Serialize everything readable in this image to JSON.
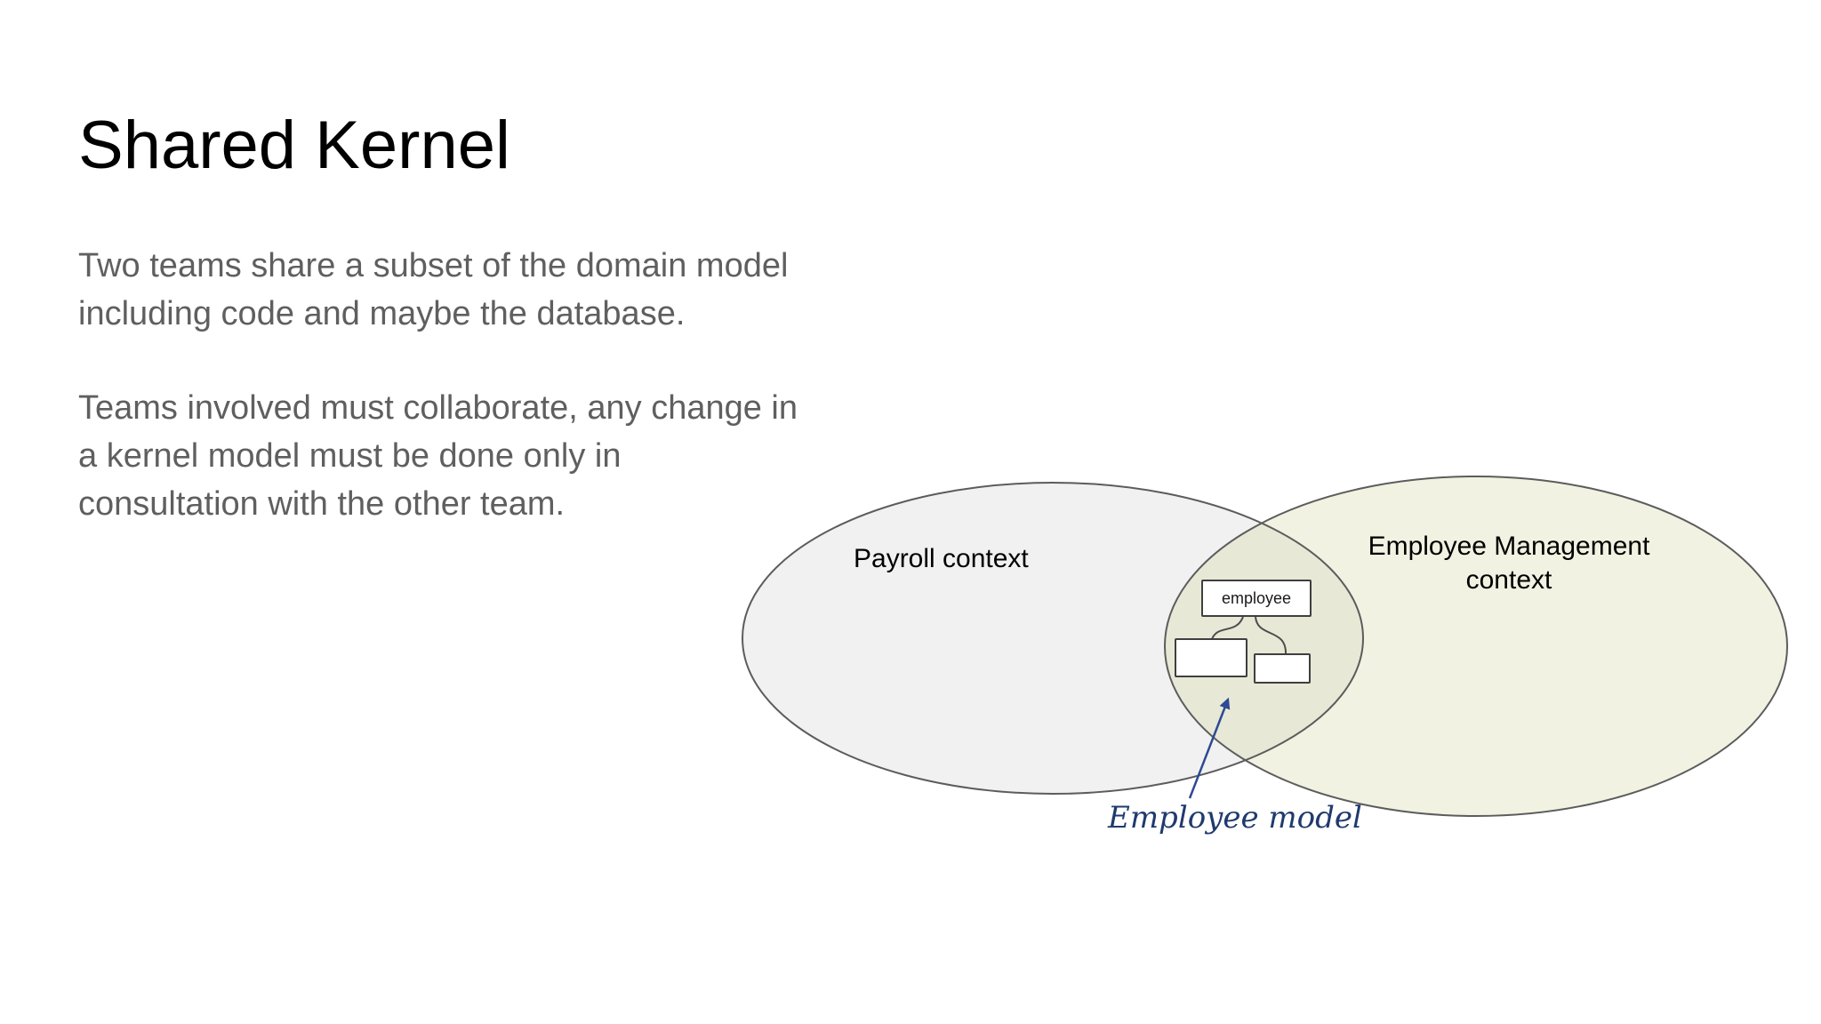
{
  "slide": {
    "title": "Shared Kernel",
    "paragraphs": [
      "Two teams share a subset of the domain model\nincluding code and maybe the database.",
      "Teams involved must collaborate, any change in\na kernel model must be done only in\nconsultation with the other team."
    ],
    "diagram": {
      "left_label": "Payroll context",
      "right_label": "Employee Management\ncontext",
      "shared_box_label": "employee",
      "annotation": "Employee model",
      "colors": {
        "left_ellipse_fill": "#f1f1f1",
        "right_ellipse_fill": "#f2f2e2",
        "overlap_fill": "#e8e8d7",
        "ellipse_outline": "#5c5c5c",
        "connector_line": "#4d4d4d",
        "box_border": "#3f3f3f",
        "annotation_text": "#1f3a6e",
        "arrow": "#2d4a93"
      }
    },
    "colors": {
      "title_text": "#000000",
      "body_text": "#5f5f5f",
      "background": "#ffffff"
    }
  }
}
